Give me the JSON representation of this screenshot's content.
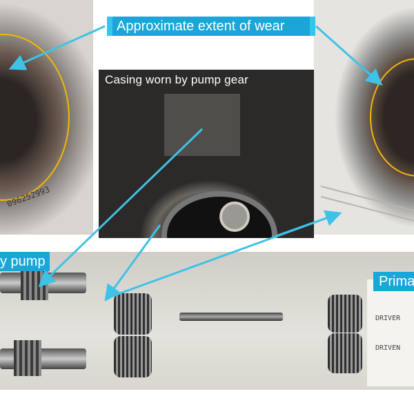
{
  "labels": {
    "wear": "Approximate extent of wear",
    "casing": "Casing worn by pump gear",
    "auxiliary_pump_partial": "y pump",
    "primary_partial": "Prima"
  },
  "handwritten": {
    "driver": "DRIVER",
    "driven": "DRIVEN",
    "casing_number": "096252993"
  },
  "colors": {
    "callout_blue": "#1aa6d6",
    "arrow_blue": "#3ec2e8",
    "wear_circle": "#f2b705"
  }
}
